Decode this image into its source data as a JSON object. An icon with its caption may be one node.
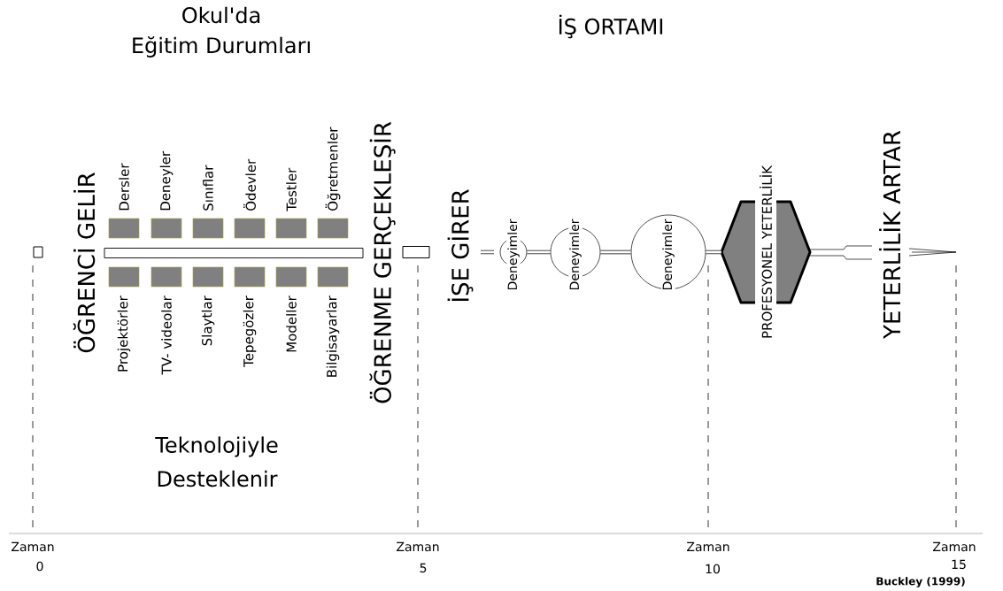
{
  "diagram": {
    "nodes": [
      {
        "text": [],
        "shape": "box"
      },
      {
        "text": [],
        "shape": "bar"
      },
      {
        "text": [
          "Dersler"
        ]
      },
      {
        "text": [
          "Deneyler"
        ]
      },
      {
        "text": [
          "Sınıflar"
        ]
      },
      {
        "text": [
          "Ödevler"
        ]
      },
      {
        "text": [
          "Testler"
        ]
      },
      {
        "text": [
          "Öğretmenler"
        ]
      },
      {
        "text": [
          "Projektörler"
        ]
      },
      {
        "text": [
          "TV- videolar"
        ]
      },
      {
        "text": [
          "Slaytlar"
        ]
      },
      {
        "text": [
          "Tepegözler"
        ]
      },
      {
        "text": [
          "Modeller"
        ]
      },
      {
        "text": [
          "Bilgisayarlar"
        ]
      },
      {
        "text": [],
        "shape": "box"
      },
      {
        "text": [
          "Deneyimler"
        ]
      },
      {
        "text": [
          "Deneyimler"
        ]
      },
      {
        "text": [
          "Deneyimler"
        ]
      },
      {
        "text": [
          "PROFESYONEL YETERLİLİK"
        ]
      }
    ],
    "edges": [
      {
        "from": 15,
        "to": 16,
        "arrow": "none"
      },
      {
        "from": 16,
        "to": 17,
        "arrow": "none"
      },
      {
        "from": 17,
        "to": 18,
        "arrow": "none"
      }
    ],
    "labels": [
      "Okul'da",
      "Eğitim Durumları",
      "İŞ ORTAMI",
      "ÖĞRENCİ GELİR",
      "ÖĞRENME GERÇEKLEŞİR",
      "İŞE GİRER",
      "YETERLİLİK ARTAR",
      "Teknolojiyle",
      "Desteklenir",
      "Zaman",
      "0",
      "Zaman",
      "5",
      "Zaman",
      "10",
      "Zaman",
      "15",
      "Buckley (1999)"
    ]
  }
}
